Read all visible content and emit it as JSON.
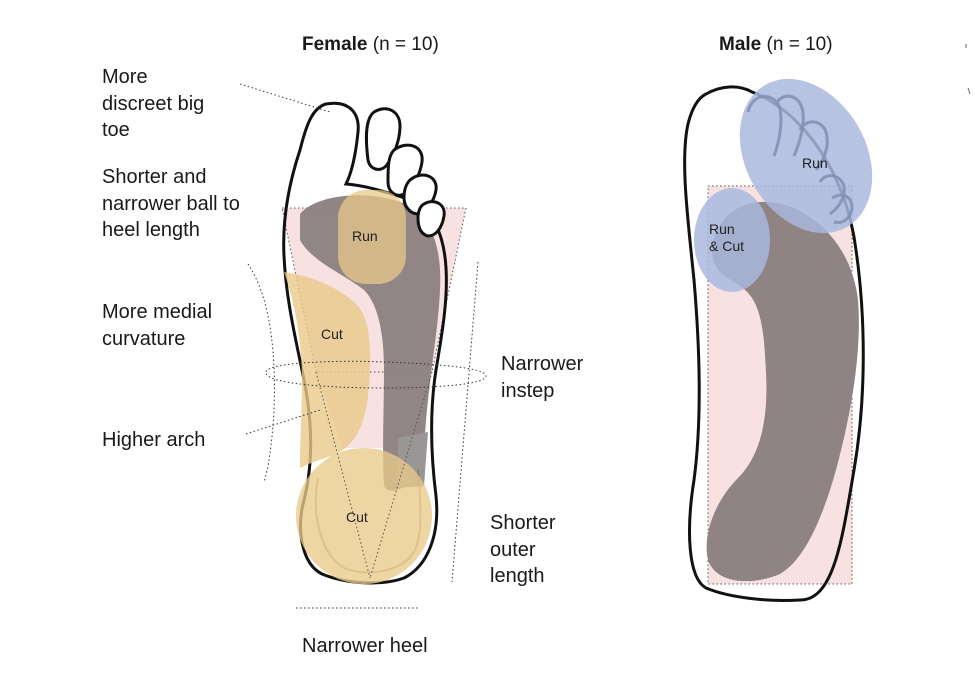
{
  "titles": {
    "female": {
      "bold": "Female",
      "rest": " (n = 10)"
    },
    "male": {
      "bold": "Male",
      "rest": " (n = 10)"
    }
  },
  "female_annotations": {
    "big_toe": "More\ndiscreet big\ntoe",
    "ball_to_heel": "Shorter and\nnarrower ball to\nheel length",
    "medial": "More medial\ncurvature",
    "arch": "Higher arch",
    "instep": "Narrower\ninstep",
    "outer_length": "Shorter\nouter\nlength",
    "heel": "Narrower heel"
  },
  "female_regions": {
    "run": "Run",
    "cut_mid": "Cut",
    "cut_heel": "Cut"
  },
  "male_regions": {
    "run": "Run",
    "run_cut_line1": "Run",
    "run_cut_line2": "& Cut"
  },
  "colors": {
    "run_cut_female": "#e8c98a",
    "pressure_gray": "#8f8383",
    "pink_fill": "#f8e1e1",
    "male_blue": "#a9b9de",
    "outline": "#111111"
  }
}
